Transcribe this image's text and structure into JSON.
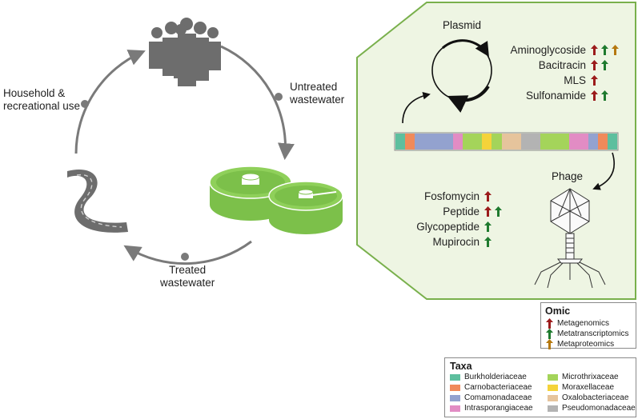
{
  "cycle": {
    "untreated_label": "Untreated\nwastewater",
    "household_label": "Household &\nrecreational use",
    "treated_label": "Treated\nwastewater"
  },
  "panel": {
    "plasmid_label": "Plasmid",
    "phage_label": "Phage",
    "plasmid_genes": [
      {
        "name": "Aminoglycoside",
        "arrows": [
          "metagenomics",
          "metatranscriptomics",
          "metaproteomics"
        ]
      },
      {
        "name": "Bacitracin",
        "arrows": [
          "metagenomics",
          "metatranscriptomics"
        ]
      },
      {
        "name": "MLS",
        "arrows": [
          "metagenomics"
        ]
      },
      {
        "name": "Sulfonamide",
        "arrows": [
          "metagenomics",
          "metatranscriptomics"
        ]
      }
    ],
    "phage_genes": [
      {
        "name": "Fosfomycin",
        "arrows": [
          "metagenomics"
        ]
      },
      {
        "name": "Peptide",
        "arrows": [
          "metagenomics",
          "metatranscriptomics"
        ]
      },
      {
        "name": "Glycopeptide",
        "arrows": [
          "metatranscriptomics"
        ]
      },
      {
        "name": "Mupirocin",
        "arrows": [
          "metatranscriptomics"
        ]
      }
    ],
    "taxa_bar": [
      "burkholderiaceae",
      "carnobacteriaceae",
      "comamonadaceae",
      "comamonadaceae",
      "comamonadaceae",
      "comamonadaceae",
      "intrasporangiaceae",
      "microthrixaceae",
      "microthrixaceae",
      "moraxellaceae",
      "microthrixaceae",
      "oxalobacteriaceae",
      "oxalobacteriaceae",
      "pseudomonadaceae",
      "pseudomonadaceae",
      "microthrixaceae",
      "microthrixaceae",
      "microthrixaceae",
      "intrasporangiaceae",
      "intrasporangiaceae",
      "comamonadaceae",
      "carnobacteriaceae",
      "burkholderiaceae"
    ]
  },
  "omic_legend": {
    "title": "Omic",
    "items": [
      {
        "key": "metagenomics",
        "label": "Metagenomics",
        "color": "#9b1b1b"
      },
      {
        "key": "metatranscriptomics",
        "label": "Metatranscriptomics",
        "color": "#1e7a2e"
      },
      {
        "key": "metaproteomics",
        "label": "Metaproteomics",
        "color": "#b5780f"
      }
    ]
  },
  "taxa_legend": {
    "title": "Taxa",
    "items": [
      {
        "key": "burkholderiaceae",
        "label": "Burkholderiaceae",
        "color": "#5dbf9e"
      },
      {
        "key": "microthrixaceae",
        "label": "Microthrixaceae",
        "color": "#a4d45a"
      },
      {
        "key": "carnobacteriaceae",
        "label": "Carnobacteriaceae",
        "color": "#f08a5a"
      },
      {
        "key": "moraxellaceae",
        "label": "Moraxellaceae",
        "color": "#f5d33a"
      },
      {
        "key": "comamonadaceae",
        "label": "Comamonadaceae",
        "color": "#93a2cf"
      },
      {
        "key": "oxalobacteriaceae",
        "label": "Oxalobacteriaceae",
        "color": "#e6c49c"
      },
      {
        "key": "intrasporangiaceae",
        "label": "Intrasporangiaceae",
        "color": "#e28cc4"
      },
      {
        "key": "pseudomonadaceae",
        "label": "Pseudomonadaceae",
        "color": "#b3b3b3"
      }
    ]
  },
  "colors": {
    "panel_border": "#79b04c",
    "panel_fill": "#eef5e3",
    "tank_green": "#7cc04a",
    "cycle_grey": "#7a7a7a"
  }
}
